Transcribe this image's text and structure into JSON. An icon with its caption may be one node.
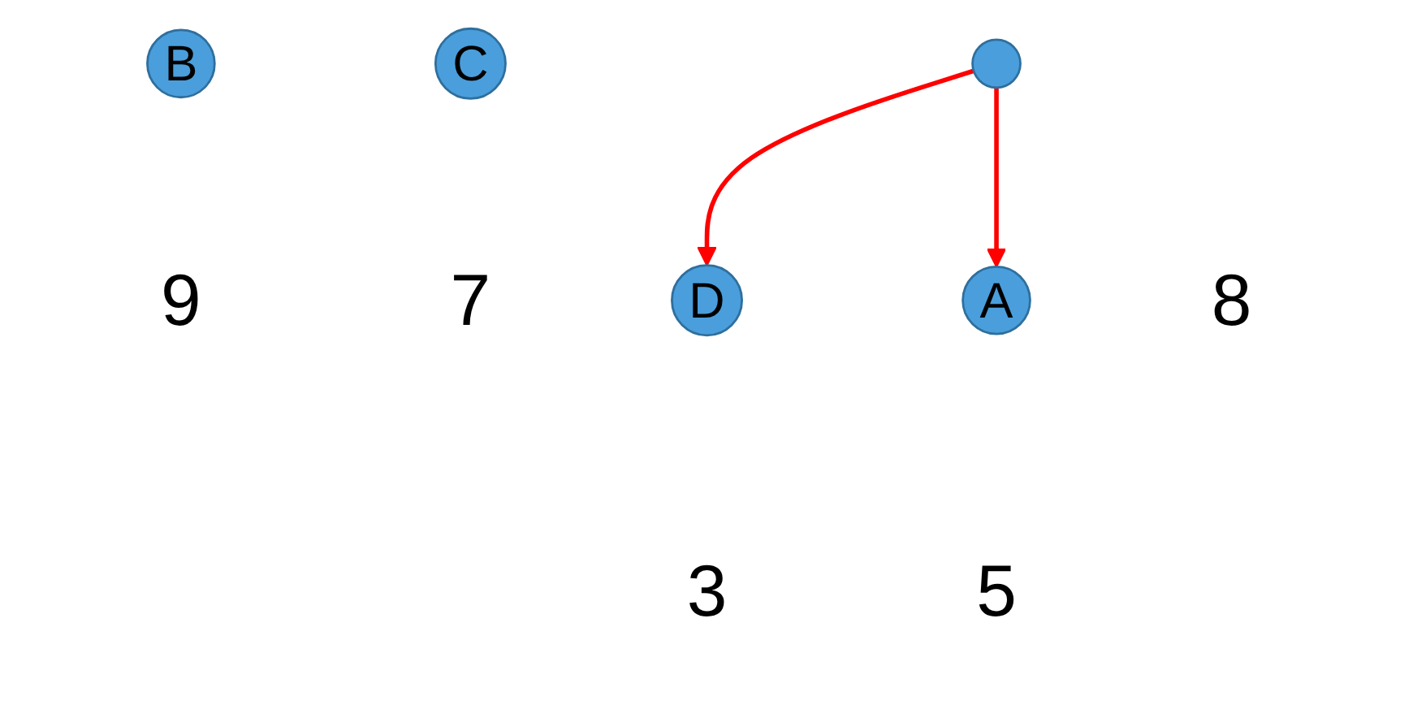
{
  "diagram": {
    "nodes": [
      {
        "text": [],
        "shape": "circle",
        "beside": [
          "8"
        ]
      },
      {
        "text": [
          "B"
        ],
        "beside": [
          "9"
        ]
      },
      {
        "text": [
          "C"
        ],
        "beside": [
          "7"
        ]
      },
      {
        "text": [
          "D"
        ],
        "beside": [
          "3"
        ]
      },
      {
        "text": [
          "A"
        ],
        "beside": [
          "5"
        ]
      }
    ],
    "edges": [
      {
        "from": 0,
        "to": 3,
        "arrow": "to",
        "color": "#ff0000"
      },
      {
        "from": 0,
        "to": 4,
        "arrow": "to",
        "color": "#ff0000"
      }
    ]
  }
}
